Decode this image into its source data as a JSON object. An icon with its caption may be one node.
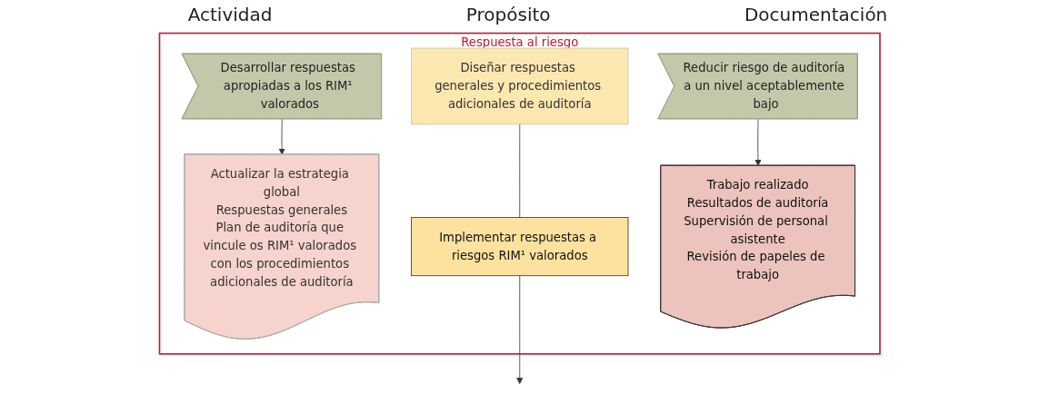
{
  "diagram": {
    "nodes": [
      {
        "text": [
          "Respuesta al riesgo"
        ]
      },
      {
        "text": [
          "Diseñar respuestas generales y procedimientos adicionales de auditoría"
        ],
        "in": 0
      },
      {
        "text": [
          "Desarrollar respuestas apropiadas a los RIM¹ valorados"
        ],
        "in": 0
      },
      {
        "text": [
          "Actualizar la estrategia global",
          "Respuestas generales",
          "Plan de auditoría que vincule os RIM¹ valorados con los procedimientos adicionales de auditoría"
        ],
        "in": 0
      },
      {
        "text": [
          "Implementar respuestas a riesgos RIM¹ valorados"
        ],
        "in": 0
      },
      {
        "text": [
          "Reducir riesgo de auditoría a un nivel aceptablemente bajo"
        ],
        "in": 0
      },
      {
        "text": [
          "Trabajo realizado",
          "Resultados de auditoría",
          "Supervisión de personal asistente",
          "Revisión de papeles de trabajo"
        ],
        "in": 0
      }
    ],
    "edges": [
      {
        "from": 1,
        "to": 4,
        "arrow": "none"
      },
      {
        "from": 4,
        "to": null,
        "arrow": "to"
      },
      {
        "from": 2,
        "to": 3,
        "arrow": "to"
      },
      {
        "from": 5,
        "to": 6,
        "arrow": "to"
      }
    ],
    "labels": [
      "Actividad",
      "Propósito",
      "Documentación"
    ]
  }
}
